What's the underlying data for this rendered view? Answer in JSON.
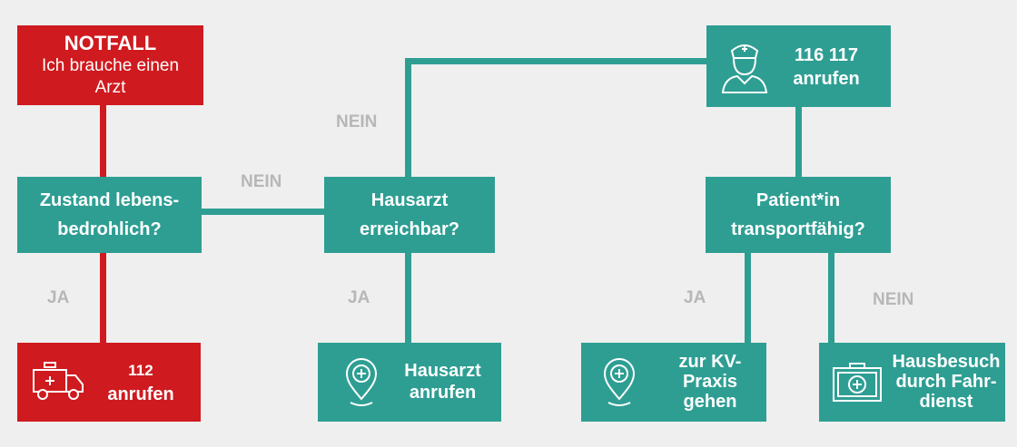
{
  "colors": {
    "emergency": "#cf1a1f",
    "flow": "#2e9e93",
    "label": "#b7b7b7",
    "background": "#efefef"
  },
  "nodes": {
    "notfall": {
      "title": "NOTFALL",
      "subtitle_line1": "Ich brauche einen",
      "subtitle_line2": "Arzt"
    },
    "lebensbedrohlich": {
      "line1": "Zustand lebens-",
      "line2": "bedrohlich?"
    },
    "hausarzt_erreichbar": {
      "line1": "Hausarzt",
      "line2": "erreichbar?"
    },
    "patient_transport": {
      "line1": "Patient*in",
      "line2": "transportfähig?"
    },
    "call_116117": {
      "line1": "116 117",
      "line2": "anrufen",
      "icon": "doctor-icon"
    },
    "call_112": {
      "line1": "112",
      "line2": "anrufen",
      "icon": "ambulance-icon"
    },
    "hausarzt_anrufen": {
      "line1": "Hausarzt",
      "line2": "anrufen",
      "icon": "location-cross-icon"
    },
    "kv_praxis": {
      "line1": "zur KV-",
      "line2": "Praxis",
      "line3": "gehen",
      "icon": "location-cross-icon"
    },
    "hausbesuch": {
      "line1": "Hausbesuch",
      "line2": "durch Fahr-",
      "line3": "dienst",
      "icon": "medical-kit-icon"
    }
  },
  "edge_labels": {
    "ja_112": "JA",
    "nein_hausarzt": "NEIN",
    "ja_hausarzt": "JA",
    "nein_116117": "NEIN",
    "ja_kv": "JA",
    "nein_hausbesuch": "NEIN"
  }
}
